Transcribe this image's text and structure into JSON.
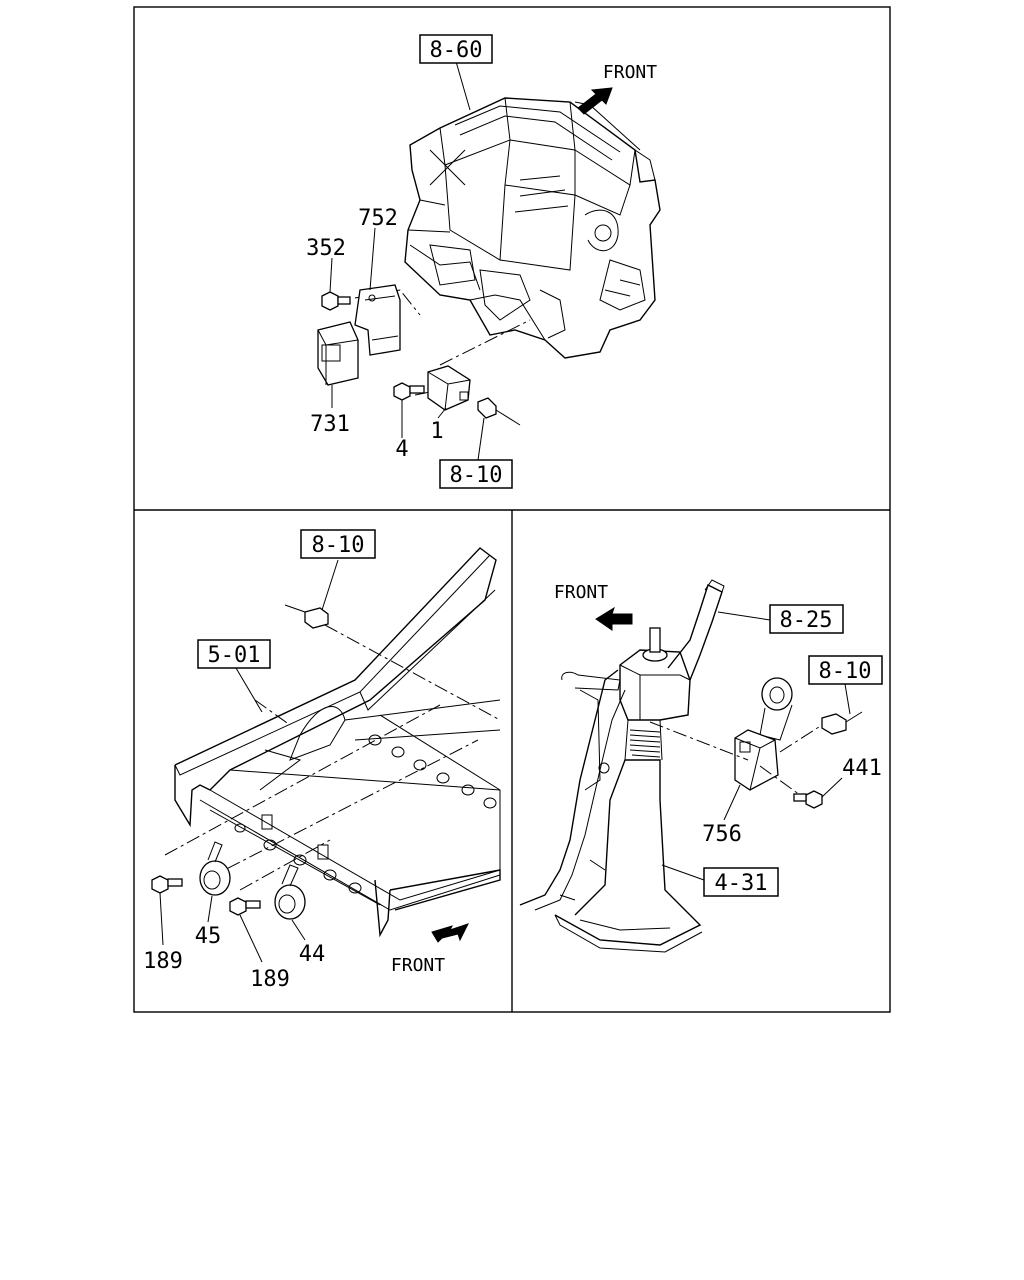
{
  "panels": {
    "top": {
      "refs": {
        "heater_unit": "8-60",
        "harness": "8-10"
      },
      "front_label": "FRONT",
      "parts": {
        "p352": "352",
        "p752": "752",
        "p731": "731",
        "p4": "4",
        "p1": "1"
      }
    },
    "bottom_left": {
      "refs": {
        "harness": "8-10",
        "frame": "5-01"
      },
      "front_label": "FRONT",
      "parts": {
        "p189_a": "189",
        "p45": "45",
        "p189_b": "189",
        "p44": "44"
      }
    },
    "bottom_right": {
      "refs": {
        "harness": "8-10",
        "switch": "8-25",
        "column": "4-31"
      },
      "front_label": "FRONT",
      "parts": {
        "p441": "441",
        "p756": "756"
      }
    }
  },
  "icons": {
    "front_arrow": "front-arrow-icon"
  }
}
